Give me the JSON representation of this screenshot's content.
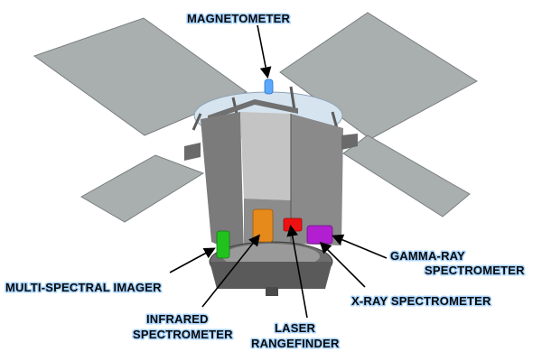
{
  "labels": {
    "magnetometer": "MAGNETOMETER",
    "gamma_ray_1": "GAMMA-RAY",
    "gamma_ray_2": "SPECTROMETER",
    "multi_spectral": "MULTI-SPECTRAL IMAGER",
    "xray": "X-RAY  SPECTROMETER",
    "infrared_1": "INFRARED",
    "infrared_2": "SPECTROMETER",
    "laser_1": "LASER",
    "laser_2": "RANGEFINDER"
  },
  "colors": {
    "background": "#ffffff",
    "solar_panel": "#a9aeaf",
    "bus_body": "#8f8f8f",
    "label_glow": "#a9d4ff",
    "multi_spectral_imager": "#22c21e",
    "infrared_spectrometer": "#e68a1c",
    "laser_rangefinder": "#ee1111",
    "gamma_ray_spectrometer": "#b11fd0",
    "magnetometer": "#5aa9ff"
  }
}
